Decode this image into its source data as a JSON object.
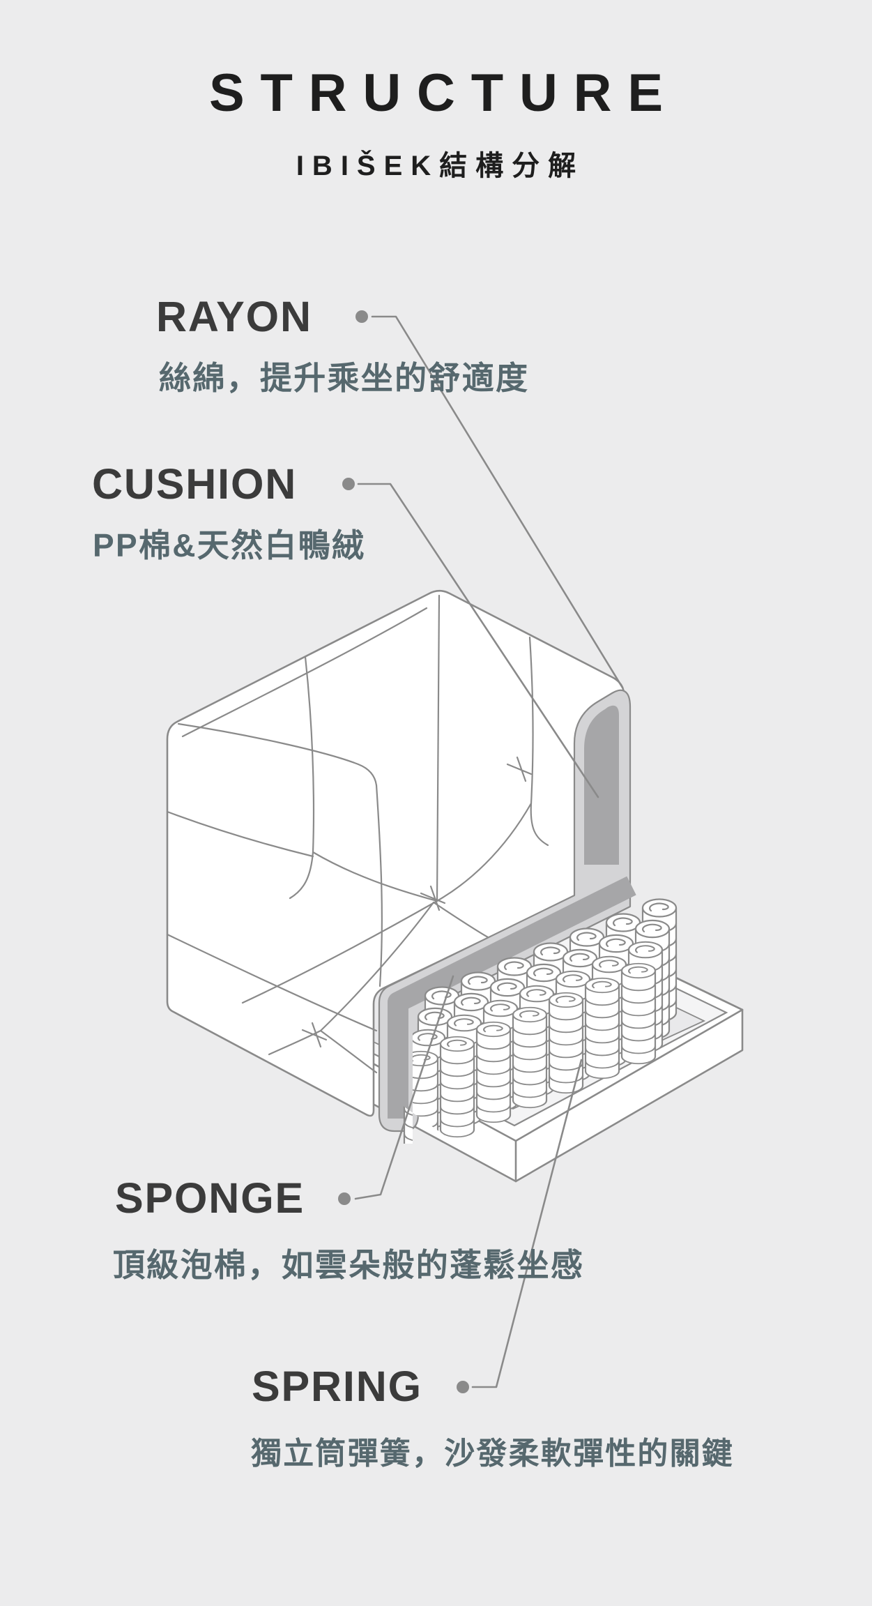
{
  "header": {
    "title": "STRUCTURE",
    "subtitle": "IBIŠEK結構分解"
  },
  "materials": [
    {
      "id": "rayon",
      "name": "RAYON",
      "desc": "絲綿，提升乘坐的舒適度"
    },
    {
      "id": "cushion",
      "name": "CUSHION",
      "desc": "PP棉&天然白鴨絨"
    },
    {
      "id": "sponge",
      "name": "SPONGE",
      "desc": "頂級泡棉，如雲朵般的蓬鬆坐感"
    },
    {
      "id": "spring",
      "name": "SPRING",
      "desc": "獨立筒彈簧，沙發柔軟彈性的關鍵"
    }
  ],
  "illustration": {
    "subject": "corner sofa structural cutaway showing rayon cover, cushion layer, sponge layer and pocket coil springs",
    "colors": {
      "background": "#ececed",
      "line_gray": "#8a8a8a",
      "sponge_light": "#d4d4d6",
      "sponge_dark": "#a6a6a8",
      "title_text": "#1e1e1e",
      "label_text": "#3b3b3b",
      "accent_desc_text": "#56686e",
      "tray_floor": "#e9e9eb",
      "tray_wall": "#f4f4f5"
    },
    "icons": [
      "leader-dot"
    ]
  }
}
